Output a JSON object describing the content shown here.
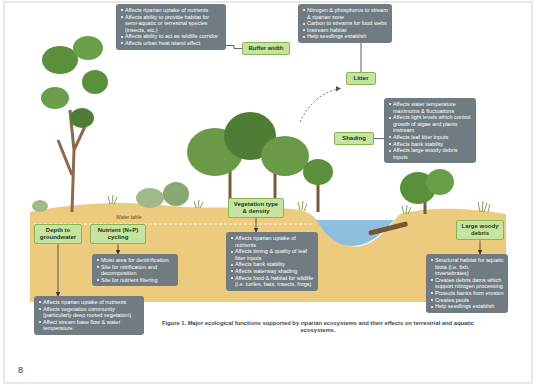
{
  "diagram": {
    "caption": "Figure 1. Major ecological functions supported by riparian ecosystems and their effects on terrestrial and aquatic ecosystems.",
    "nodes": [
      {
        "text": [
          "Affects riparian uptake of nutrients",
          "Affects ability to provide habitat for semi-aquatic or terrestrial species (insects, etc.)",
          "Affects ability to act as wildlife corridor",
          "Affects urban heat island effect"
        ]
      },
      {
        "text": [
          "Buffer width"
        ]
      },
      {
        "text": [
          "Nitrogen & phosphorus to stream & riparian zone",
          "Carbon to streams for food webs",
          "Instream habitat",
          "Help seedlings establish"
        ]
      },
      {
        "text": [
          "Litter"
        ]
      },
      {
        "text": [
          "Affects water temperature maximums & fluctuations",
          "Affects light levels which control growth of algae and plants instream",
          "Affects leaf litter inputs",
          "Affects bank stability",
          "Affects large woody debris inputs"
        ]
      },
      {
        "text": [
          "Shading"
        ]
      },
      {
        "text": [
          "Vegetation type & density"
        ]
      },
      {
        "text": [
          "Depth to groundwater"
        ]
      },
      {
        "text": [
          "Nutrient (N+P) cycling"
        ]
      },
      {
        "text": [
          "Large woody debris"
        ]
      },
      {
        "text": [
          "Affects riparian uptake of nutrients",
          "Affects timing & quality of leaf litter inputs",
          "Affects bank stability",
          "Affects waterway shading",
          "Affects food & habitat for wildlife (i.e. turtles, bats, insects, frogs)"
        ]
      },
      {
        "text": [
          "Moist area for denitrification",
          "Site for nitrification and decomposition",
          "Site for nutrient filtering"
        ]
      },
      {
        "text": [
          "Affects riparian uptake of nutrients",
          "Affects vegetation community (particularly deep rooted vegetation)",
          "Affect stream base flow & water temperature"
        ]
      },
      {
        "text": [
          "Structural habitat for aquatic biota (i.e. fish, invertebrates)",
          "Creates debris dams which support nitrogen processing",
          "Protects banks from erosion",
          "Creates pools",
          "Help seedlings establish"
        ]
      }
    ],
    "edges": [
      {
        "from": 1,
        "to": 0,
        "arrow": "none"
      },
      {
        "from": 3,
        "to": 2,
        "arrow": "none"
      },
      {
        "from": 5,
        "to": 4,
        "arrow": "none"
      },
      {
        "from": 6,
        "to": 10,
        "arrow": "to"
      },
      {
        "from": 8,
        "to": 11,
        "arrow": "to"
      },
      {
        "from": 7,
        "to": 12,
        "arrow": "to"
      },
      {
        "from": 9,
        "to": 13,
        "arrow": "to"
      }
    ],
    "labels": [
      "Water table",
      "8"
    ]
  }
}
